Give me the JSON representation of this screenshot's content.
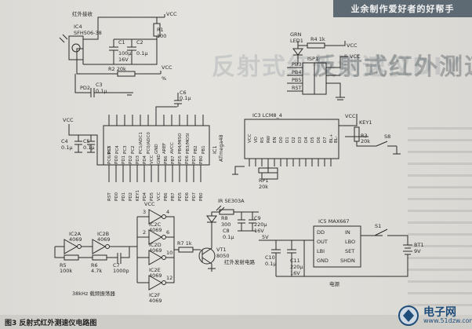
{
  "header": {
    "banner": "业余制作爱好者的好帮手"
  },
  "article": {
    "title": "反射式红外测速仪DIY"
  },
  "figure": {
    "caption": "图3 反射式红外测速仪电路图",
    "labels": {
      "ir_receive": "红外接收",
      "vcc": "VCC",
      "ic4": "IC4",
      "ic4_part": "SFH506-38",
      "c1": "C1",
      "c1_val": "100μ",
      "c1_v": "16V",
      "c2": "C2",
      "c2_val": "0.1μ",
      "r1": "R1",
      "r1_val": "100",
      "r2": "R2 20k",
      "c3": "C3",
      "c3_val": "0.1μ",
      "pd2": "PD2",
      "percent": "%",
      "led1": "GRN",
      "led1_name": "LED1",
      "r4": "R4 1k",
      "isp1": "ISP1",
      "pb3": "PB3",
      "pb4": "PB4",
      "pb5": "PB5",
      "rst": "RST",
      "c6": "C6",
      "c6_val": "0.1μ",
      "c4": "C4",
      "c4_val": "0.1μ",
      "c5": "C5",
      "c5_val": "0.1μ",
      "ic1": "IC1",
      "ic1_part": "ATmega48",
      "ic3": "IC3 LCM8_4",
      "key1": "KEY1",
      "r3": "R3",
      "r3_val": "20k",
      "s8": "S8",
      "rp1": "RP1",
      "rp1_val": "20k",
      "ir_part": "IR SE303A",
      "r8": "R8",
      "r8_val": "300",
      "c8": "C8",
      "c8_val": "0.1μ",
      "c9": "C9",
      "c9_val": "220μ",
      "c9_v": "16V",
      "ic2a": "IC2A",
      "ic2a_part": "4069",
      "ic2b": "IC2B",
      "ic2b_part": "4069",
      "ic2c": "IC2C",
      "ic2c_part": "4069",
      "ic2d": "IC2D",
      "ic2d_part": "4069",
      "ic2e": "IC2E",
      "ic2e_part": "4069",
      "ic2f": "IC2F",
      "ic2f_part": "4069",
      "r5": "R5",
      "r5_val": "100k",
      "r6": "R6",
      "r6_val": "4.7k",
      "c7": "C7",
      "c7_val": "1000p",
      "r7": "R7 1k",
      "vt1": "VT1",
      "vt1_part": "8050",
      "ir_emit": "红外发射电路",
      "osc": "38kHz 载频振荡器",
      "ic5": "IC5 MAX667",
      "dd": "DD",
      "in": "IN",
      "out": "OUT",
      "lbo": "LBO",
      "lbi": "LBI",
      "set": "SET",
      "gnd": "GND",
      "shdn": "SHDN",
      "c10": "C10",
      "c10_val": "0.1μ",
      "c11": "C11",
      "c11_val": "220μ",
      "c11_v": "16V",
      "s1": "S1",
      "bt1": "BT1",
      "bt1_val": "9V",
      "power": "电源",
      "v5": "5V",
      "num4": "4",
      "num2": "2",
      "num3": "3",
      "num10": "10",
      "num12": "12",
      "num6": "6"
    },
    "ic1_top_pins": [
      "PC5",
      "PC4",
      "PC3",
      "PC2",
      "PC1/ADC1",
      "PC0/ADC0",
      "GND",
      "AREF",
      "AVCC",
      "PB4/MISO",
      "PB3/MOSI",
      "PB2",
      "PB1"
    ],
    "ic1_bottom_pins": [
      "PC6/RST",
      "PD0",
      "PD1",
      "PD2",
      "PD3",
      "PD4",
      "VCC",
      "GND",
      "PB6",
      "PB7",
      "PD5",
      "PD6",
      "PD7",
      "PB0"
    ],
    "ic1_nets": [
      "RST",
      "PD0",
      "PD1",
      "PD2",
      "KEY1",
      "PD4",
      "PD5",
      "VCC",
      "PB6",
      "PB7",
      "PD5",
      "PD6",
      "PD7",
      "PB0"
    ],
    "ic3_pins": [
      "VCC",
      "VO",
      "RS",
      "RW",
      "EN",
      "D0",
      "D1",
      "D2",
      "D3",
      "D4",
      "D5",
      "D6",
      "D7",
      "BL+",
      "BL-"
    ]
  },
  "logo": {
    "brand": "电子网",
    "url": "www.51dzw.com"
  }
}
